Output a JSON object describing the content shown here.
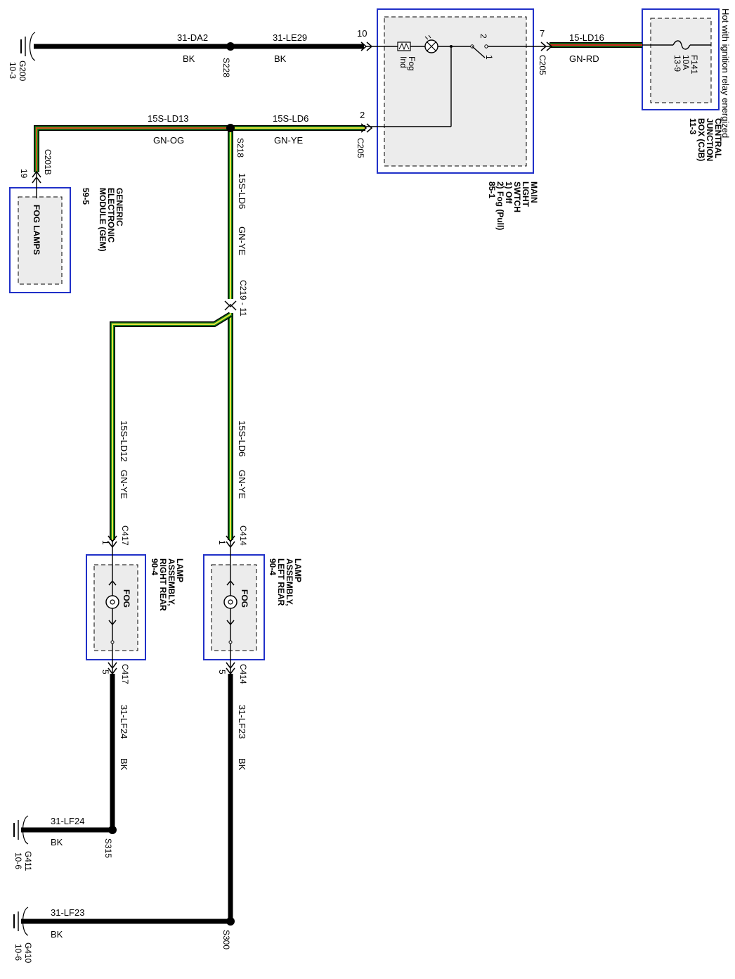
{
  "header": {
    "note": "Hot with ignition relay energized"
  },
  "grounds": {
    "g200": {
      "id": "G200",
      "page": "10-3"
    },
    "g411": {
      "id": "G411",
      "page": "10-6"
    },
    "g410": {
      "id": "G410",
      "page": "10-6"
    }
  },
  "splices": {
    "s228": "S228",
    "s218": "S218",
    "s315": "S315",
    "s300": "S300"
  },
  "wires": {
    "w_31da2": {
      "circuit": "31-DA2",
      "color": "BK"
    },
    "w_31le29": {
      "circuit": "31-LE29",
      "color": "BK"
    },
    "w_15ld16": {
      "circuit": "15-LD16",
      "color": "GN-RD"
    },
    "w_15sld13": {
      "circuit": "15S-LD13",
      "color": "GN-OG"
    },
    "w_15sld6_h": {
      "circuit": "15S-LD6",
      "color": "GN-YE"
    },
    "w_15sld6_v1": {
      "circuit": "15S-LD6",
      "color": "GN-YE"
    },
    "w_15sld6_v2": {
      "circuit": "15S-LD6",
      "color": "GN-YE"
    },
    "w_15sld12": {
      "circuit": "15S-LD12",
      "color": "GN-YE"
    },
    "w_31lf24_v": {
      "circuit": "31-LF24",
      "color": "BK"
    },
    "w_31lf24_h": {
      "circuit": "31-LF24",
      "color": "BK"
    },
    "w_31lf23_v": {
      "circuit": "31-LF23",
      "color": "BK"
    },
    "w_31lf23_h": {
      "circuit": "31-LF23",
      "color": "BK"
    }
  },
  "connectors": {
    "c205_pin10": {
      "pin": "10"
    },
    "c205_pin7": {
      "pin": "7",
      "name": "C205"
    },
    "c205_pin2": {
      "pin": "2",
      "name": "C205"
    },
    "c201b": {
      "pin": "19",
      "name": "C201B"
    },
    "c219": {
      "name": "C219 - 11"
    },
    "c417_top": {
      "pin": "1",
      "name": "C417"
    },
    "c414_top": {
      "pin": "1",
      "name": "C414"
    },
    "c417_bot": {
      "pin": "5",
      "name": "C417"
    },
    "c414_bot": {
      "pin": "5",
      "name": "C414"
    }
  },
  "switch": {
    "fog_ind": [
      "Fog",
      "Ind"
    ],
    "pos2": "2",
    "pos1": "1",
    "label": [
      "MAIN",
      "LIGHT",
      "SWTCH",
      "1) Off",
      "2) Fog (Pull)",
      "85-1"
    ]
  },
  "cjb": {
    "fuse": [
      "F141",
      "10A",
      "13-9"
    ],
    "label": [
      "CENTRAL",
      "JUNCTION",
      "BOX (CJB)",
      "11-3"
    ]
  },
  "gem": {
    "inner": "FOG LAMPS",
    "label": [
      "GENERIC",
      "ELECTRONIC",
      "MODULE (GEM)",
      "59-5"
    ]
  },
  "lamp_right": {
    "inner": "FOG",
    "label": [
      "LAMP",
      "ASSEMBLY,",
      "RIGHT REAR",
      "90-4"
    ]
  },
  "lamp_left": {
    "inner": "FOG",
    "label": [
      "LAMP",
      "ASSEMBLY,",
      "LEFT REAR",
      "90-4"
    ]
  },
  "colors": {
    "black_wire": "#000000",
    "green": "#1a8a1a",
    "red": "#d21f1f",
    "orange": "#e07a10",
    "yellow": "#e8e23a",
    "box_border": "#2030c8",
    "box_fill": "#ececec"
  }
}
